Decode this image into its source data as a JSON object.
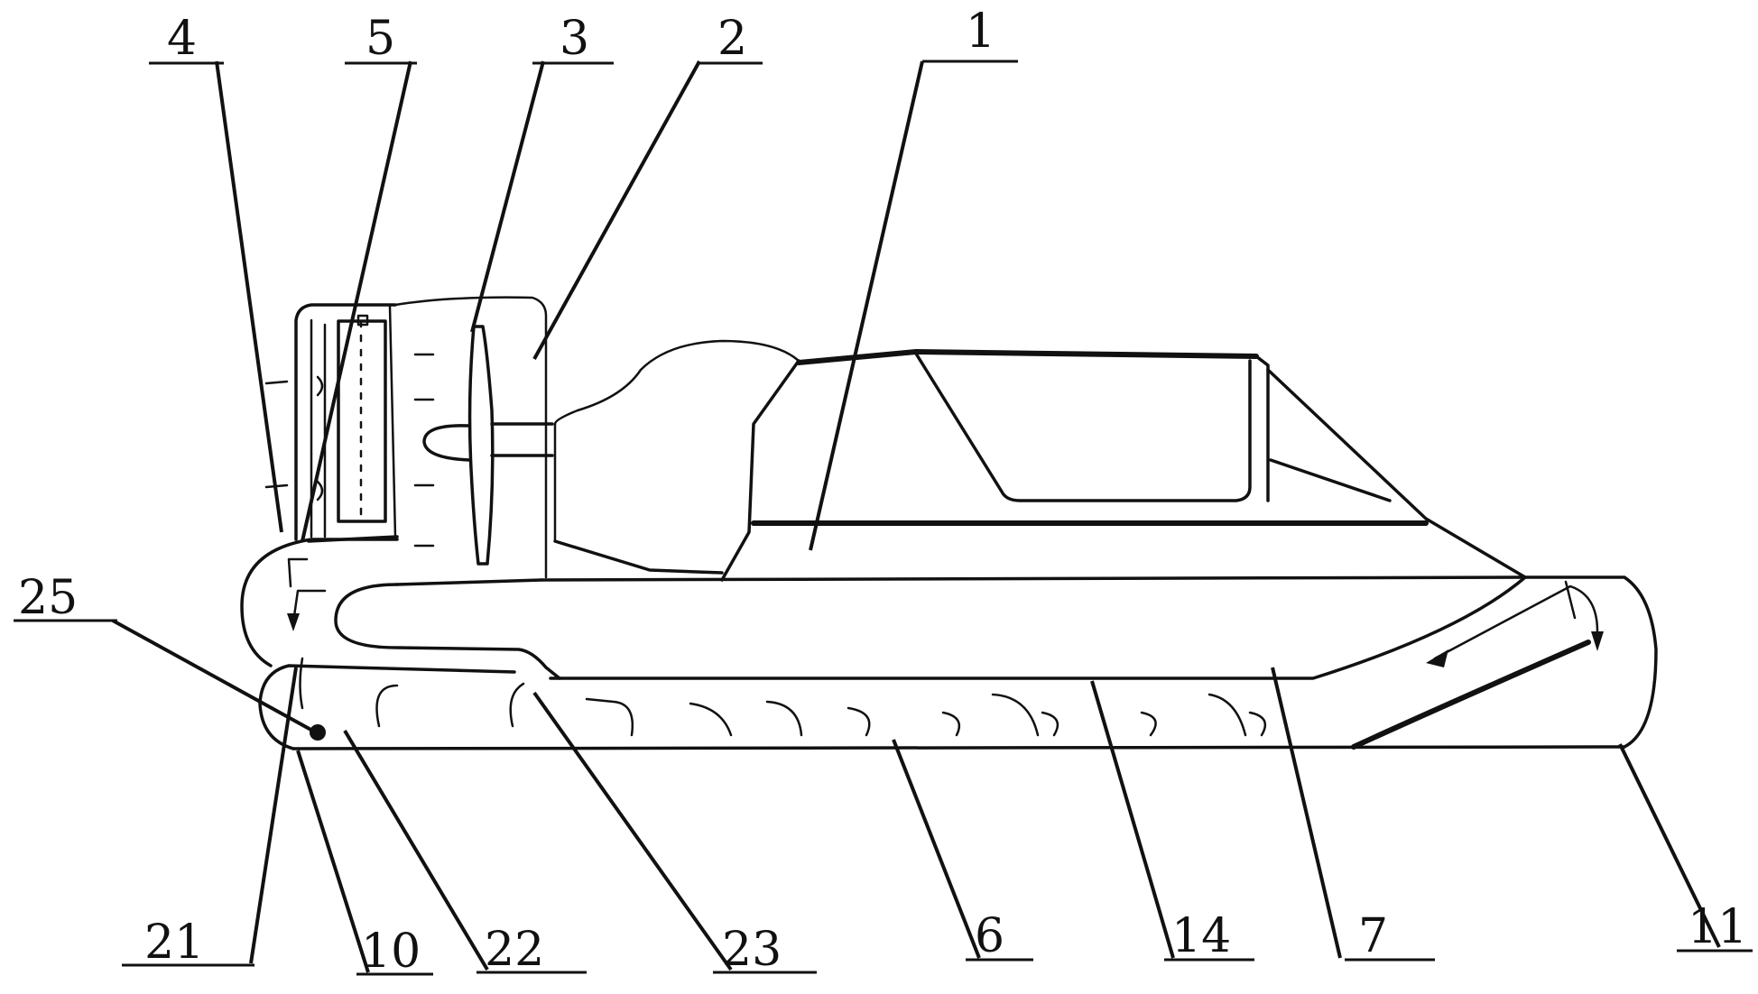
{
  "diagram": {
    "labels": [
      {
        "id": "1",
        "text": "1"
      },
      {
        "id": "2",
        "text": "2"
      },
      {
        "id": "3",
        "text": "3"
      },
      {
        "id": "4",
        "text": "4"
      },
      {
        "id": "5",
        "text": "5"
      },
      {
        "id": "25",
        "text": "25"
      },
      {
        "id": "21",
        "text": "21"
      },
      {
        "id": "10",
        "text": "10"
      },
      {
        "id": "22",
        "text": "22"
      },
      {
        "id": "23",
        "text": "23"
      },
      {
        "id": "6",
        "text": "6"
      },
      {
        "id": "14",
        "text": "14"
      },
      {
        "id": "7",
        "text": "7"
      },
      {
        "id": "11",
        "text": "11"
      }
    ]
  }
}
